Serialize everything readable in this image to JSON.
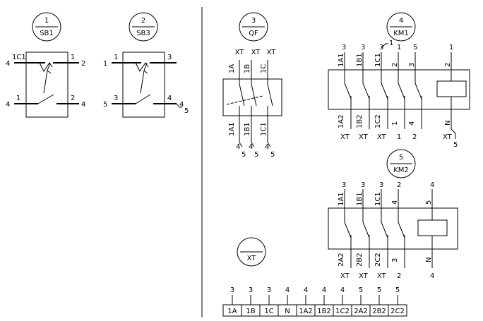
{
  "devices": {
    "sb1": {
      "num": "1",
      "label": "SB1"
    },
    "sb3": {
      "num": "2",
      "label": "SB3"
    },
    "qf": {
      "num": "3",
      "label": "QF"
    },
    "km1": {
      "num": "4",
      "label": "KM1"
    },
    "km2": {
      "num": "5",
      "label": "KM2"
    },
    "xt": {
      "num": "",
      "label": "XT"
    }
  },
  "sb1": {
    "top_left_wire": "4",
    "top_left_term": "1C1",
    "top_right_term": "1",
    "top_right_wire": "2",
    "bot_left_wire": "4",
    "bot_left_term": "1",
    "bot_right_term": "2",
    "bot_right_wire": "4"
  },
  "sb3": {
    "top_left_wire": "1",
    "top_left_term": "1",
    "top_right_term": "3",
    "bot_left_wire": "5",
    "bot_left_term": "3",
    "bot_right_term": "4",
    "bot_right_wire": "4",
    "bot_right_branch": "5"
  },
  "qf": {
    "top_wires": [
      "XT",
      "XT",
      "XT"
    ],
    "top_terms": [
      "1A",
      "1B",
      "1C"
    ],
    "bot_terms": [
      "1A1",
      "1B1",
      "1C1"
    ],
    "bot_wires": [
      "4",
      "4",
      "4"
    ],
    "bot_branch": [
      "5",
      "5",
      "5"
    ]
  },
  "km1": {
    "top_wires": [
      "3",
      "3",
      "3",
      "1",
      "5",
      "1"
    ],
    "top_branch": "1",
    "top_terms": [
      "1A1",
      "1B1",
      "1C1",
      "2",
      "3",
      "2"
    ],
    "bot_terms": [
      "1A2",
      "1B2",
      "1C2",
      "1",
      "4",
      "N"
    ],
    "bot_wires": [
      "XT",
      "XT",
      "XT",
      "1",
      "2",
      "XT"
    ],
    "bot_branch": "5"
  },
  "km2": {
    "top_wires": [
      "3",
      "3",
      "3",
      "2",
      "4"
    ],
    "top_terms": [
      "1A1",
      "1B1",
      "1C1",
      "4",
      "5"
    ],
    "bot_terms": [
      "2A2",
      "2B2",
      "2C2",
      "3",
      "N"
    ],
    "bot_wires": [
      "XT",
      "XT",
      "XT",
      "2",
      "4"
    ]
  },
  "terminal_strip": {
    "wires": [
      "3",
      "3",
      "3",
      "4",
      "4",
      "4",
      "4",
      "5",
      "5",
      "5"
    ],
    "cells": [
      "1A",
      "1B",
      "1C",
      "N",
      "1A2",
      "1B2",
      "1C2",
      "2A2",
      "2B2",
      "2C2"
    ]
  }
}
